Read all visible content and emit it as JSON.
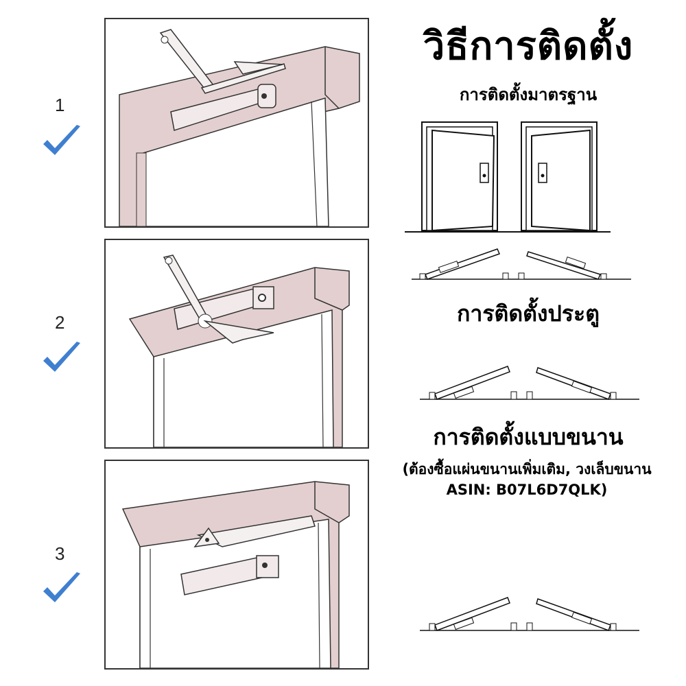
{
  "title": "วิธีการติดตั้ง",
  "steps": [
    {
      "number": "1"
    },
    {
      "number": "2"
    },
    {
      "number": "3"
    }
  ],
  "sections": {
    "standard": "การติดตั้งมาตรฐาน",
    "door": "การติดตั้งประตู",
    "parallel": "การติดตั้งแบบขนาน",
    "parallel_note_line1": "(ต้องซื้อแผ่นขนานเพิ่มเติม, วงเล็บขนาน",
    "parallel_note_line2": "ASIN: B07L6D7QLK)"
  },
  "icons": {
    "check": "checkmark-icon",
    "door": "door-icon",
    "closer": "door-closer-icon"
  },
  "colors": {
    "frame": "#e3cfcf",
    "check": "#3f7fd0",
    "line": "#333333"
  }
}
